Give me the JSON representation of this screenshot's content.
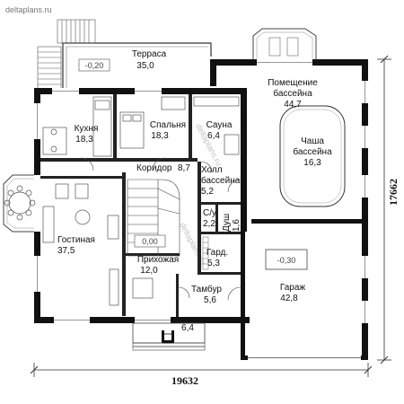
{
  "watermark": "deltaplans.ru",
  "rooms": [
    {
      "id": "terrace",
      "name": "Терраса",
      "area": "35,0"
    },
    {
      "id": "pool-room",
      "name": "Помещение бассейна",
      "name_lines": [
        "Помещение",
        "бассейна"
      ],
      "area": "44,7"
    },
    {
      "id": "kitchen",
      "name": "Кухня",
      "area": "18,3"
    },
    {
      "id": "bedroom",
      "name": "Спальня",
      "area": "18,3"
    },
    {
      "id": "sauna",
      "name": "Сауна",
      "area": "6,4"
    },
    {
      "id": "pool-bowl",
      "name": "Чаша бассейна",
      "name_lines": [
        "Чаша",
        "бассейна"
      ],
      "area": "16,3"
    },
    {
      "id": "corridor",
      "name": "Коридор",
      "area": "8,7"
    },
    {
      "id": "pool-hall",
      "name": "Холл бассейна",
      "name_lines": [
        "Холл",
        "бассейна"
      ],
      "area": "5,2"
    },
    {
      "id": "wc",
      "name": "С/у",
      "area": "2,2"
    },
    {
      "id": "shower",
      "name": "Душ",
      "area": "1,6"
    },
    {
      "id": "living",
      "name": "Гостиная",
      "area": "37,5"
    },
    {
      "id": "hallway",
      "name": "Прихожая",
      "area": "12,0"
    },
    {
      "id": "wardrobe",
      "name": "Гард.",
      "area": "5,3"
    },
    {
      "id": "vestibule",
      "name": "Тамбур",
      "area": "5,6"
    },
    {
      "id": "garage",
      "name": "Гараж",
      "area": "42,8"
    },
    {
      "id": "porch",
      "name": "",
      "area": "6,4"
    }
  ],
  "levels": [
    "-0,20",
    "0,00",
    "-0,30"
  ],
  "dimensions": {
    "width": "19632",
    "depth": "17662"
  }
}
